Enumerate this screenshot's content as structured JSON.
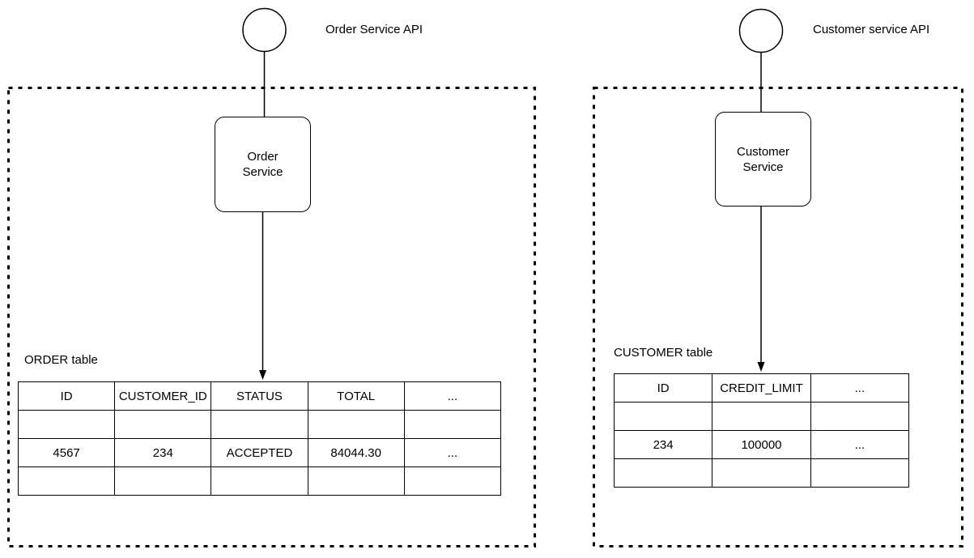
{
  "left": {
    "api_label": "Order Service API",
    "service": {
      "line1": "Order",
      "line2": "Service"
    },
    "table_label": "ORDER table",
    "table": {
      "headers": [
        "ID",
        "CUSTOMER_ID",
        "STATUS",
        "TOTAL",
        "..."
      ],
      "rows": [
        [
          "",
          "",
          "",
          "",
          ""
        ],
        [
          "4567",
          "234",
          "ACCEPTED",
          "84044.30",
          "..."
        ],
        [
          "",
          "",
          "",
          "",
          ""
        ]
      ]
    }
  },
  "right": {
    "api_label": "Customer service API",
    "service": {
      "line1": "Customer",
      "line2": "Service"
    },
    "table_label": "CUSTOMER table",
    "table": {
      "headers": [
        "ID",
        "CREDIT_LIMIT",
        "..."
      ],
      "rows": [
        [
          "",
          "",
          ""
        ],
        [
          "234",
          "100000",
          "..."
        ],
        [
          "",
          "",
          ""
        ]
      ]
    }
  },
  "colors": {
    "stroke": "#000000",
    "background": "#ffffff"
  }
}
